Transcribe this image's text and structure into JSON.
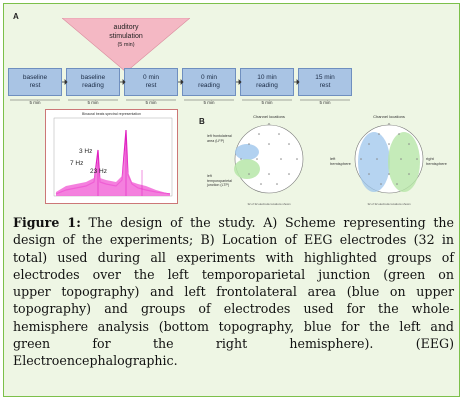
{
  "panel_labels": {
    "a": "A",
    "b": "B"
  },
  "trigger": {
    "line1": "auditory",
    "line2": "stimulation",
    "line3": "(5 min)"
  },
  "steps": [
    {
      "label": "baseline\nrest",
      "duration": "5 min"
    },
    {
      "label": "baseline\nreading",
      "duration": "5 min"
    },
    {
      "label": "0 min\nrest",
      "duration": "5 min"
    },
    {
      "label": "0 min\nreading",
      "duration": "5 min"
    },
    {
      "label": "10 min\nreading",
      "duration": "5 min"
    },
    {
      "label": "15 min\nrest",
      "duration": "5 min"
    }
  ],
  "spectrogram": {
    "title": "Binaural beats spectral representation",
    "freq_labels": [
      "3 Hz",
      "7 Hz",
      "23 Hz"
    ]
  },
  "topographies": {
    "upper": {
      "title": "Channel locations",
      "labels": [
        "left frontolateral area (LFP)",
        "left temporoparietal junction (LTP)"
      ],
      "footnote": "32 of 32 electrode locations shown"
    },
    "lower": {
      "title": "Channel locations",
      "labels": [
        "left hemisphere",
        "right hemisphere"
      ],
      "footnote": "32 of 32 electrode locations shown"
    }
  },
  "caption": {
    "label": "Figure 1:",
    "lines": [
      " The design of the study. A) Scheme representing the",
      "design of the experiments; B) Location of EEG electrodes (32 in",
      "total) used during all experiments with highlighted groups of",
      "electrodes over the left temporoparietal junction (green on",
      "upper topography) and left frontolateral area (blue on upper",
      "topography) and groups of electrodes used for the whole-",
      "hemisphere analysis (bottom topography, blue for the left and",
      "green       for       the       right       hemisphere).       (EEG)",
      "Electroencephalographic."
    ]
  },
  "colors": {
    "frame_border": "#7cc04a",
    "background": "#eef6e4",
    "box_fill": "#a9c4e4",
    "trigger_fill": "#f4b8c4",
    "spectrum_magenta": "#e020c0",
    "region_blue": "#9ec5ec",
    "region_green": "#b6e6a8"
  }
}
